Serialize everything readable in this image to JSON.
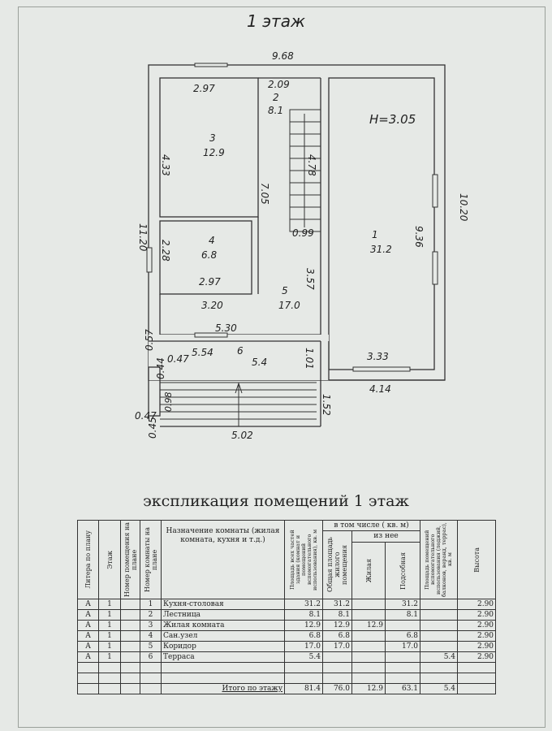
{
  "title": "1 этаж",
  "plan": {
    "height_label": "H=3.05",
    "dims": {
      "top": "9.68",
      "left": "11.20",
      "right": "10.20",
      "r1_height": "9.36",
      "r3_width": "2.97",
      "r3_height": "4.33",
      "r2_width": "2.09",
      "stair_len": "4.78",
      "hall_len": "7.05",
      "stair_w": "0.99",
      "r4_height": "2.28",
      "r4_width": "2.97",
      "r5_w": "3.20",
      "r5_h": "3.57",
      "r5_bottom": "5.30",
      "r1_bottom": "3.33",
      "outer_bottom": "4.14",
      "terrace_top": "5.54",
      "terrace_bottom": "5.02",
      "terrace_h": "1.52",
      "terrace_step": "1.01",
      "t1": "0.57",
      "t2": "0.47",
      "t3": "0.44",
      "t4": "0.98",
      "t5": "0.47",
      "t6": "0.45"
    },
    "rooms": [
      {
        "num": "1",
        "area": "31.2"
      },
      {
        "num": "2",
        "area": "8.1"
      },
      {
        "num": "3",
        "area": "12.9"
      },
      {
        "num": "4",
        "area": "6.8"
      },
      {
        "num": "5",
        "area": "17.0"
      },
      {
        "num": "6",
        "area": "5.4"
      }
    ]
  },
  "explication_title": "экспликация помещений 1 этаж",
  "table": {
    "headers": {
      "litera": "Литера по плану",
      "etazh": "Этаж",
      "pom": "Номер помещения на плане",
      "komn": "Номер комнаты на плане",
      "naznach": "Назначение комнаты (жилая комната, кухня и т.д.)",
      "ploshad_all": "Площадь всех частей здания (комнат и помещений вспомогательного использования), кв. м",
      "v_tom_chisle": "в том числе ( кв. м)",
      "obshaya": "Общая площадь жилого помещения",
      "iz_nee": "из нее",
      "zhilaya": "Жилая",
      "podsob": "Подсобная",
      "vspom": "Площадь помещений вспомогательного использования (лоджий, балконов, веранд, террас), кв. м",
      "vysota": "Высота"
    },
    "rows": [
      [
        "А",
        "1",
        "",
        "1",
        "Кухня-столовая",
        "31.2",
        "31.2",
        "",
        "31.2",
        "",
        "2.90"
      ],
      [
        "А",
        "1",
        "",
        "2",
        "Лестница",
        "8.1",
        "8.1",
        "",
        "8.1",
        "",
        "2.90"
      ],
      [
        "А",
        "1",
        "",
        "3",
        "Жилая комната",
        "12.9",
        "12.9",
        "12.9",
        "",
        "",
        "2.90"
      ],
      [
        "А",
        "1",
        "",
        "4",
        "Сан.узел",
        "6.8",
        "6.8",
        "",
        "6.8",
        "",
        "2.90"
      ],
      [
        "А",
        "1",
        "",
        "5",
        "Коридор",
        "17.0",
        "17.0",
        "",
        "17.0",
        "",
        "2.90"
      ],
      [
        "А",
        "1",
        "",
        "6",
        "Терраса",
        "5.4",
        "",
        "",
        "",
        "5.4",
        "2.90"
      ]
    ],
    "total": {
      "label": "Итого по этажу",
      "values": [
        "81.4",
        "76.0",
        "12.9",
        "63.1",
        "5.4",
        ""
      ]
    }
  }
}
